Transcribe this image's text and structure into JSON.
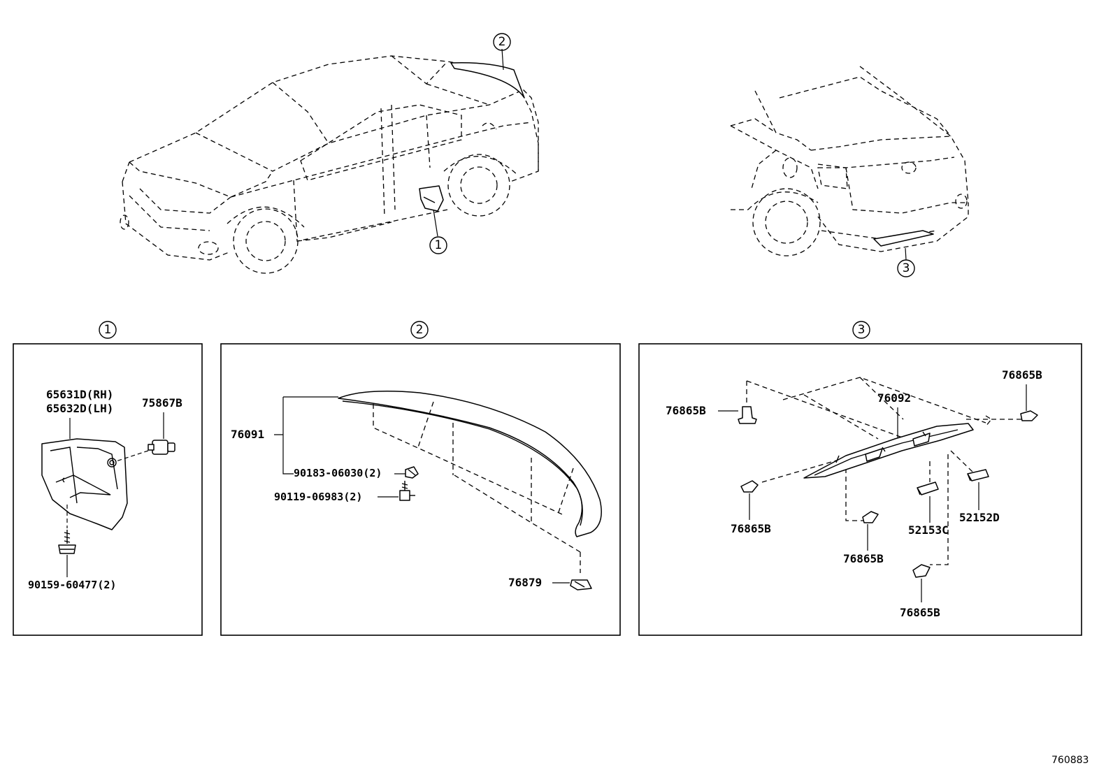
{
  "overview": {
    "marker_1": "1",
    "marker_2": "2",
    "marker_3": "3"
  },
  "panels": [
    {
      "marker": "1",
      "labels": {
        "rh": "65631D(RH)",
        "lh": "65632D(LH)",
        "clip": "75867B",
        "screw": "90159-60477(2)"
      }
    },
    {
      "marker": "2",
      "labels": {
        "spoiler": "76091",
        "nut": "90183-06030(2)",
        "bolt": "90119-06983(2)",
        "clip": "76879"
      }
    },
    {
      "marker": "3",
      "labels": {
        "garnish": "76092",
        "clip_left_top": "76865B",
        "clip_right_top": "76865B",
        "clip_left_bottom": "76865B",
        "clip_mid_bottom": "76865B",
        "clip_bottom": "76865B",
        "part_c": "52153C",
        "part_d": "52152D"
      }
    }
  ],
  "figure_code": "760883"
}
